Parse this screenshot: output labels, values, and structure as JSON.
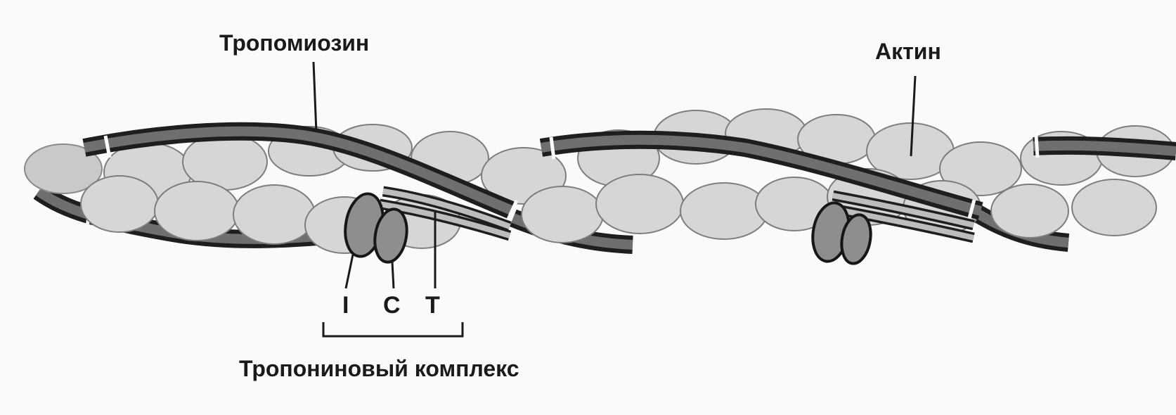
{
  "labels": {
    "tropomyosin": "Тропомиозин",
    "actin": "Актин",
    "subunit_i": "I",
    "subunit_c": "C",
    "subunit_t": "T",
    "troponin_complex": "Тропониновый комплекс"
  }
}
